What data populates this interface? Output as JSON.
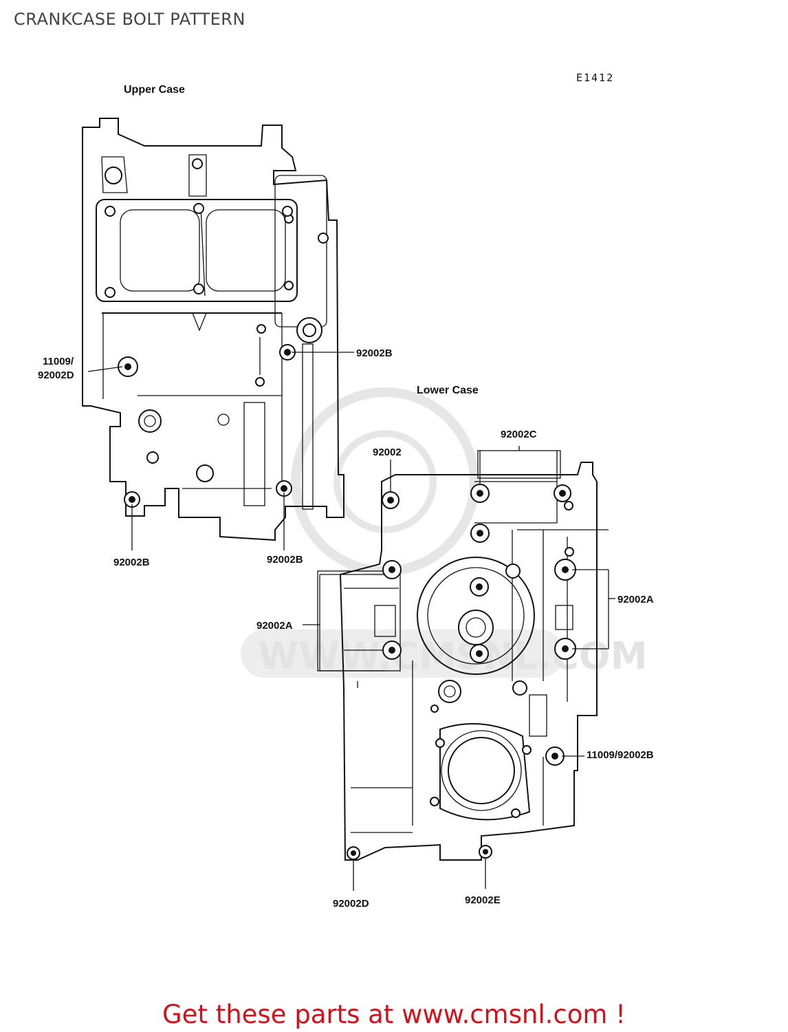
{
  "page": {
    "title": "CRANKCASE BOLT PATTERN",
    "figure_code": "E1412",
    "cta": "Get these parts at www.cmsnl.com !"
  },
  "upper_case": {
    "title": "Upper Case",
    "labels": [
      "92002B",
      "11009/",
      "92002D",
      "92002B",
      "92002B"
    ]
  },
  "lower_case": {
    "title": "Lower Case",
    "labels": [
      "92002C",
      "92002",
      "92002A",
      "92002A",
      "11009/92002B",
      "92002D",
      "92002E"
    ]
  },
  "watermark": {
    "text": "WWW.CMSNL.COM"
  }
}
